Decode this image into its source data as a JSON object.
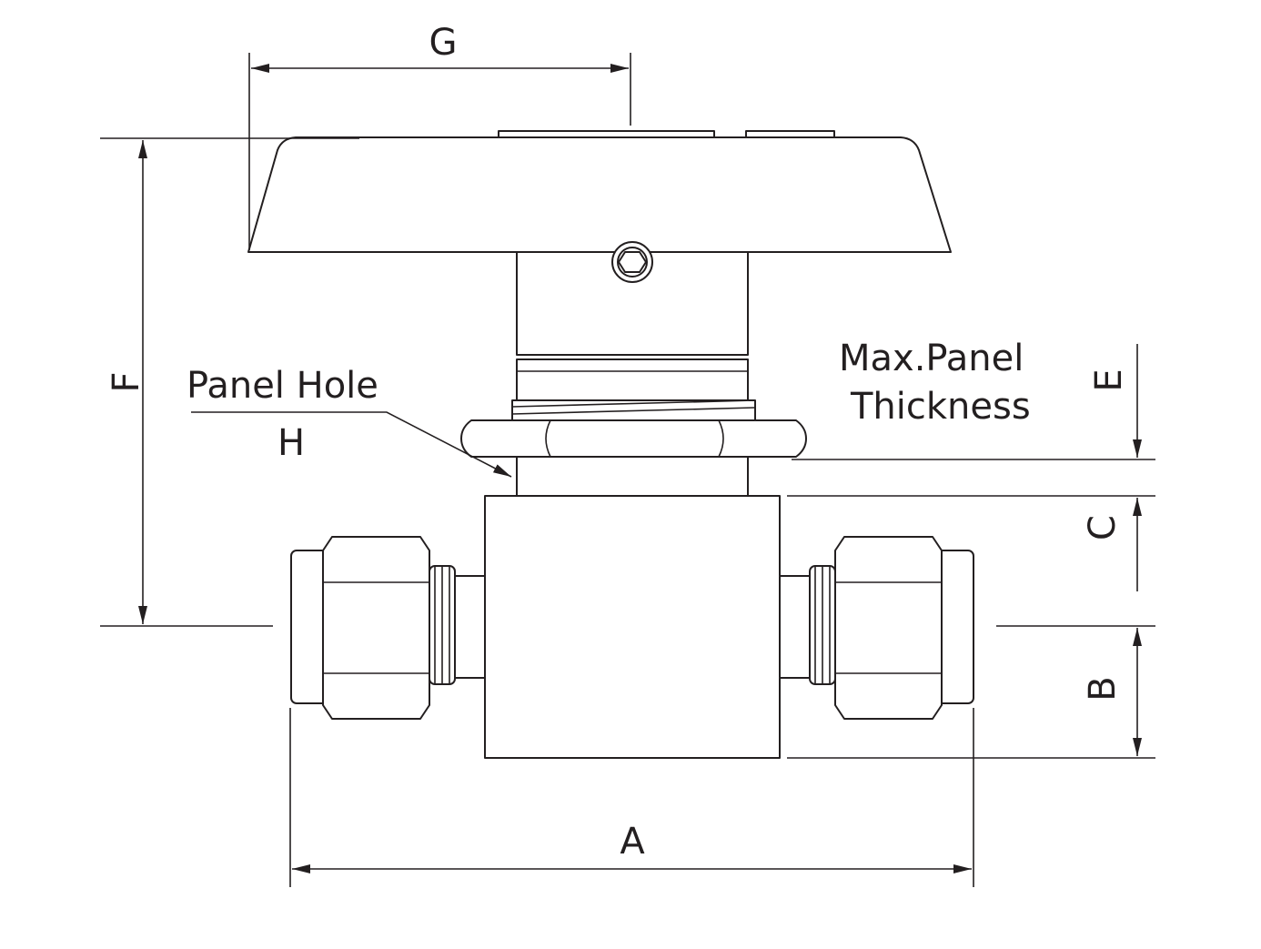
{
  "labels": {
    "A": "A",
    "B": "B",
    "C": "C",
    "E": "E",
    "F": "F",
    "G": "G",
    "H": "H",
    "panel_hole": "Panel Hole",
    "max_panel_line1": "Max.Panel",
    "max_panel_line2": "Thickness"
  },
  "colors": {
    "line": "#231f20",
    "background": "#ffffff"
  }
}
